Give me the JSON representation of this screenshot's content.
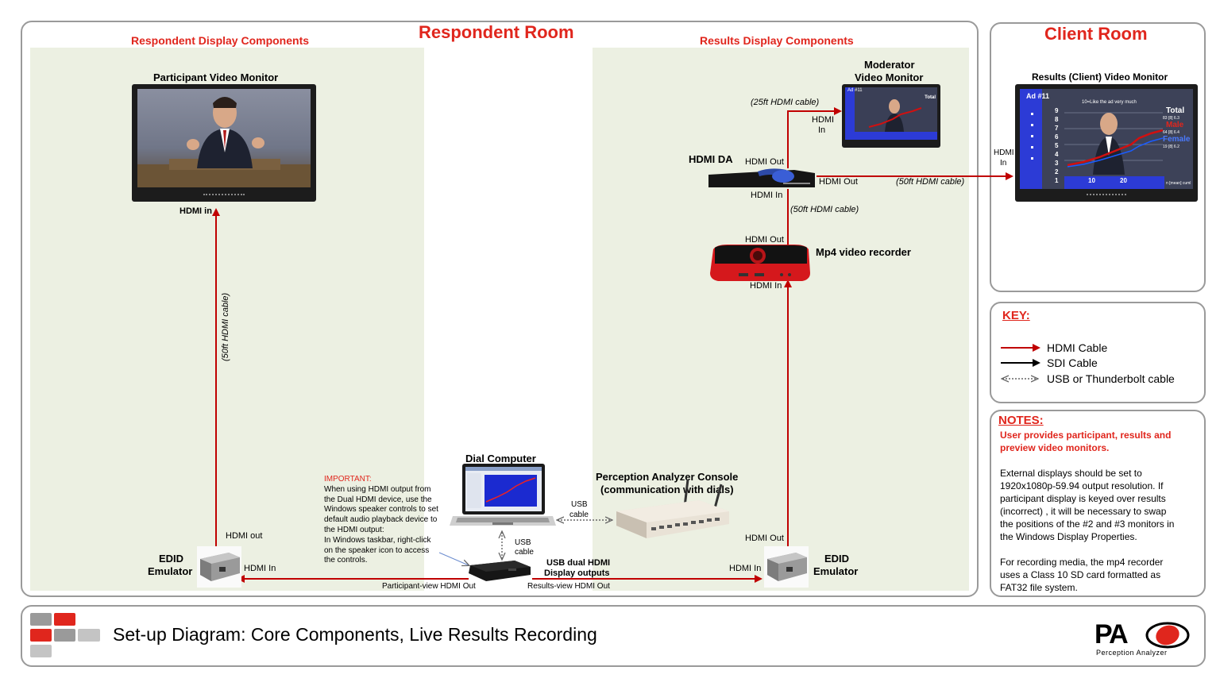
{
  "rooms": {
    "respondent_room": "Respondent Room",
    "client_room": "Client Room"
  },
  "sections": {
    "respondent_display": "Respondent Display Components",
    "results_display": "Results Display Components"
  },
  "devices": {
    "participant_monitor": "Participant Video Monitor",
    "moderator_monitor_line1": "Moderator",
    "moderator_monitor_line2": "Video Monitor",
    "results_monitor": "Results  (Client) Video Monitor",
    "hdmi_da": "HDMI DA",
    "mp4_recorder": "Mp4 video recorder",
    "dial_computer": "Dial  Computer",
    "console_line1": "Perception Analyzer Console",
    "console_line2": "(communication with dials)",
    "edid_left_line1": "EDID",
    "edid_left_line2": "Emulator",
    "edid_right_line1": "EDID",
    "edid_right_line2": "Emulator",
    "usb_dual_line1": "USB dual HDMI",
    "usb_dual_line2": "Display outputs"
  },
  "labels": {
    "hdmi_in_participant": "HDMI  in",
    "cable_50ft_vertical": "(50ft HDMI cable)",
    "cable_25ft": "(25ft HDMI cable)",
    "hdmi_in_moderator_1": "HDMI",
    "hdmi_in_moderator_2": "In",
    "da_hdmi_out_top": "HDMI  Out",
    "da_hdmi_out_right": "HDMI  Out",
    "da_hdmi_in": "HDMI  In",
    "cable_50ft_client": "(50ft HDMI cable)",
    "hdmi_in_client_1": "HDMI",
    "hdmi_in_client_2": "In",
    "cable_50ft_da": "(50ft HDMI cable)",
    "rec_hdmi_out": "HDMI  Out",
    "rec_hdmi_in": "HDMI  In",
    "usb_cable_h_1": "USB",
    "usb_cable_h_2": "cable",
    "usb_cable_v_1": "USB",
    "usb_cable_v_2": "cable",
    "edid_left_hdmi_out": "HDMI  out",
    "edid_left_hdmi_in": "HDMI  In",
    "edid_right_hdmi_out": "HDMI  Out",
    "edid_right_hdmi_in": "HDMI  In",
    "participant_view_out": "Participant-view HDMI Out",
    "results_view_out": "Results-view HDMI Out"
  },
  "important": {
    "heading": "IMPORTANT:",
    "lines": [
      "When using HDMI output from",
      "the Dual HDMI  device, use the",
      "Windows speaker controls to set",
      "default audio playback device to",
      "the HDMI  output:",
      "In Windows taskbar, right-click",
      "on the speaker icon to access",
      "the controls."
    ]
  },
  "key": {
    "heading": "KEY:",
    "items": [
      {
        "label": "HDMI Cable",
        "color": "#c00000"
      },
      {
        "label": "SDI Cable",
        "color": "#000000"
      },
      {
        "label": "USB or Thunderbolt cable",
        "color": "#555555"
      }
    ]
  },
  "notes": {
    "heading": "NOTES:",
    "highlight_lines": [
      "User provides participant, results  and",
      "preview video monitors."
    ],
    "para1_lines": [
      "External displays should be set to",
      "1920x1080p-59.94  output resolution.  If",
      "participant display is keyed over  results",
      "(incorrect)  , it will be necessary to swap",
      "the positions of the #2 and #3 monitors in",
      "the Windows Display Properties."
    ],
    "para2_lines": [
      "For recording media, the mp4 recorder",
      "uses a Class 10 SD card formatted as",
      "FAT32 file system."
    ]
  },
  "footer": {
    "title": "Set-up Diagram:  Core Components, Live Results Recording",
    "logo_text": "PA",
    "logo_subtitle": "Perception Analyzer"
  },
  "results_screen": {
    "ad_label": "Ad #11",
    "banner": "10=Like the ad very much",
    "scale": [
      "9",
      "8",
      "7",
      "6",
      "5",
      "4",
      "3",
      "2",
      "1"
    ],
    "total": "Total",
    "male": "Male",
    "female": "Female",
    "ticks": [
      "10",
      "20"
    ],
    "footer_note": "n [mean] cuml",
    "stats_total": "83  [8]  6.3",
    "stats_male": "64  [8]  6.4",
    "stats_female": "19  [8]  6.2"
  },
  "colors": {
    "accent_red": "#e0261d",
    "hdmi_cable": "#c00000",
    "zone_bg": "#ecf0e2",
    "panel_border": "#9a9a9a"
  }
}
